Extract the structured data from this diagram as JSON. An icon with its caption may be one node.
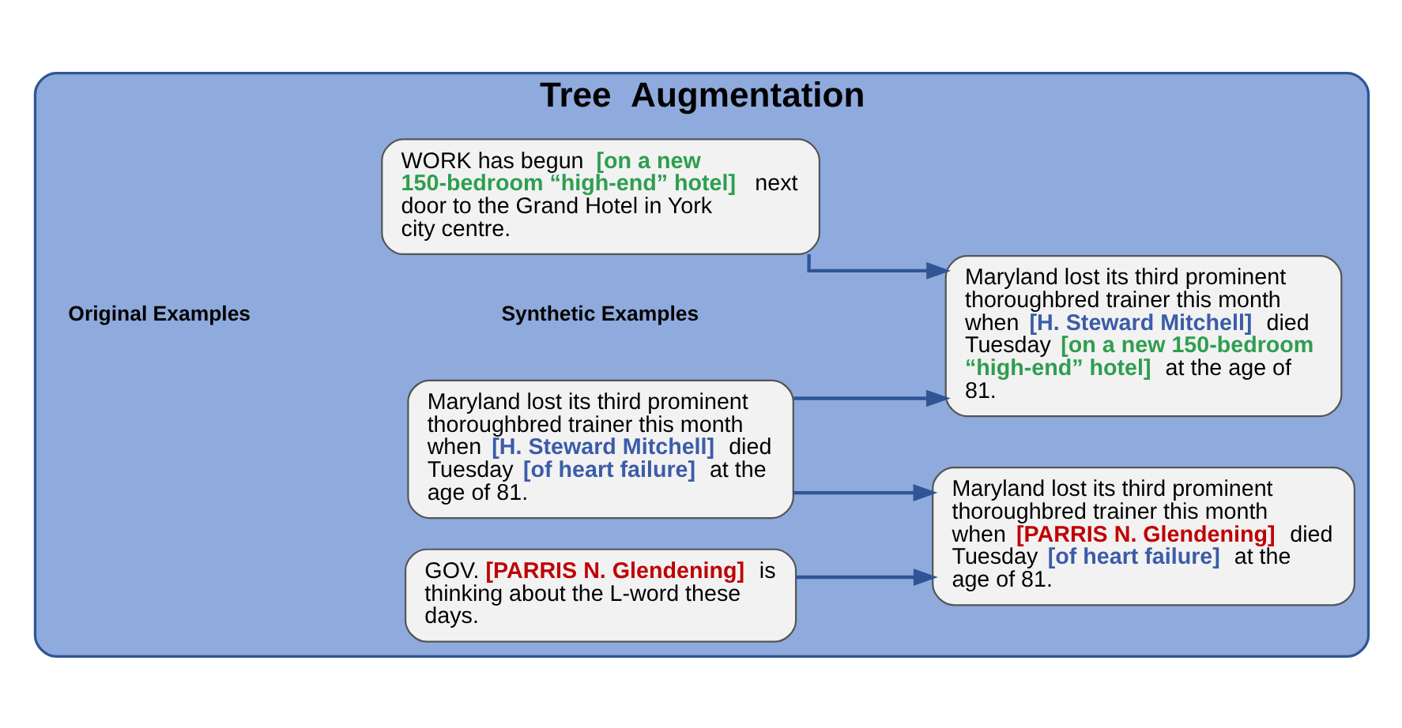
{
  "diagram": {
    "nodes": [
      {
        "text": [
          "Tree  Augmentation"
        ]
      },
      {
        "text": [
          "WORK has begun **[on a new 150-bedroom “high-end” hotel]** next door to the Grand Hotel in York city centre."
        ],
        "in": 0
      },
      {
        "text": [
          "Maryland lost its third prominent thoroughbred trainer this month when **[H. Steward Mitchell]** died Tuesday **[of heart failure]** at the age of 81."
        ],
        "in": 0
      },
      {
        "text": [
          "GOV. **[PARRIS N. Glendening]** is thinking about the L-word these days."
        ],
        "in": 0
      },
      {
        "text": [
          "Maryland lost its third prominent thoroughbred trainer this month when **[H. Steward Mitchell]** died Tuesday **[on a new 150-bedroom “high-end” hotel]** at the age of 81."
        ],
        "in": 0
      },
      {
        "text": [
          "Maryland lost its third prominent thoroughbred trainer this month when **[PARRIS N. Glendening]** died Tuesday **[of heart failure]** at the age of 81."
        ],
        "in": 0
      }
    ],
    "edges": [
      {
        "from": 1,
        "to": 4,
        "arrow": "to"
      },
      {
        "from": 2,
        "to": 4,
        "arrow": "to"
      },
      {
        "from": 2,
        "to": 5,
        "arrow": "to"
      },
      {
        "from": 3,
        "to": 5,
        "arrow": "to"
      }
    ],
    "labels": [
      "Original Examples",
      "Synthetic Examples"
    ]
  }
}
